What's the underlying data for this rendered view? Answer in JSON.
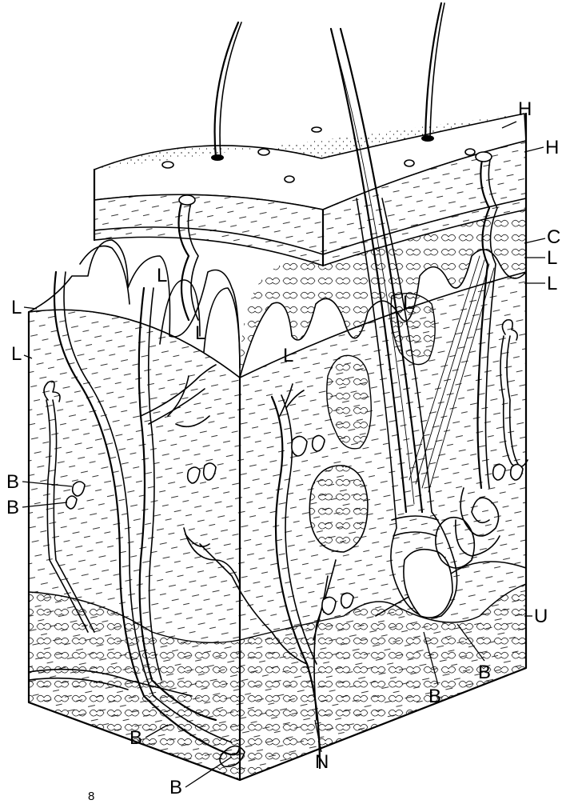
{
  "labels": {
    "H_top": "H",
    "H_second": "H",
    "C": "C",
    "L_right_1": "L",
    "L_right_2": "L",
    "L_left_1": "L",
    "L_left_2": "L",
    "L_papilla_1": "L",
    "L_papilla_2": "L",
    "L_papilla_3": "L",
    "L_papilla_4": "L",
    "B_left_1": "B",
    "B_left_2": "B",
    "B_bottom_1": "B",
    "B_bottom_2": "B",
    "B_follicle_1": "B",
    "B_follicle_2": "B",
    "U": "U",
    "N": "N"
  },
  "page_number": "8"
}
